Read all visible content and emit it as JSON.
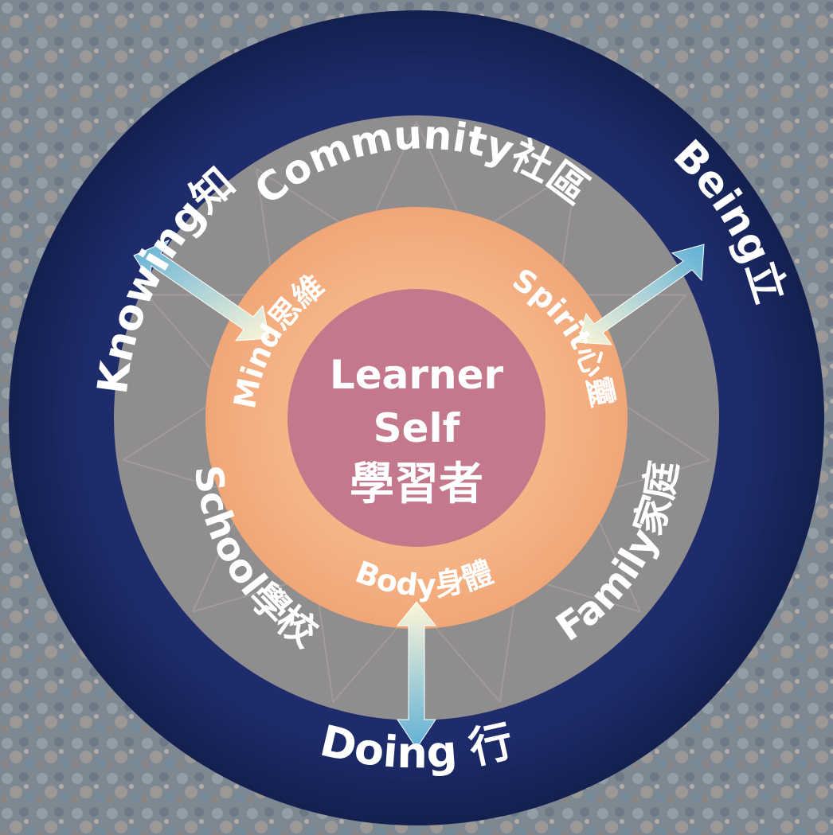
{
  "outer_ring": {
    "knowing": "Knowing知",
    "being": "Being立",
    "doing": "Doing 行"
  },
  "middle_ring": {
    "community": "Community社區",
    "school": "School學校",
    "family": "Family家庭"
  },
  "inner_ring": {
    "mind": "Mind思維",
    "spirit": "Spirit心靈",
    "body": "Body身體"
  },
  "center": {
    "line1": "Learner",
    "line2": "Self",
    "line3": "學習者"
  },
  "colors": {
    "outer_ring": "#1c2a66",
    "middle_ring": "#8f8d8d",
    "inner_ring": "#f5b084",
    "center": "#c4788c",
    "arrow_light": "#fdf6d8",
    "arrow_blue": "#5fb0d6",
    "background": "#7c8793"
  }
}
